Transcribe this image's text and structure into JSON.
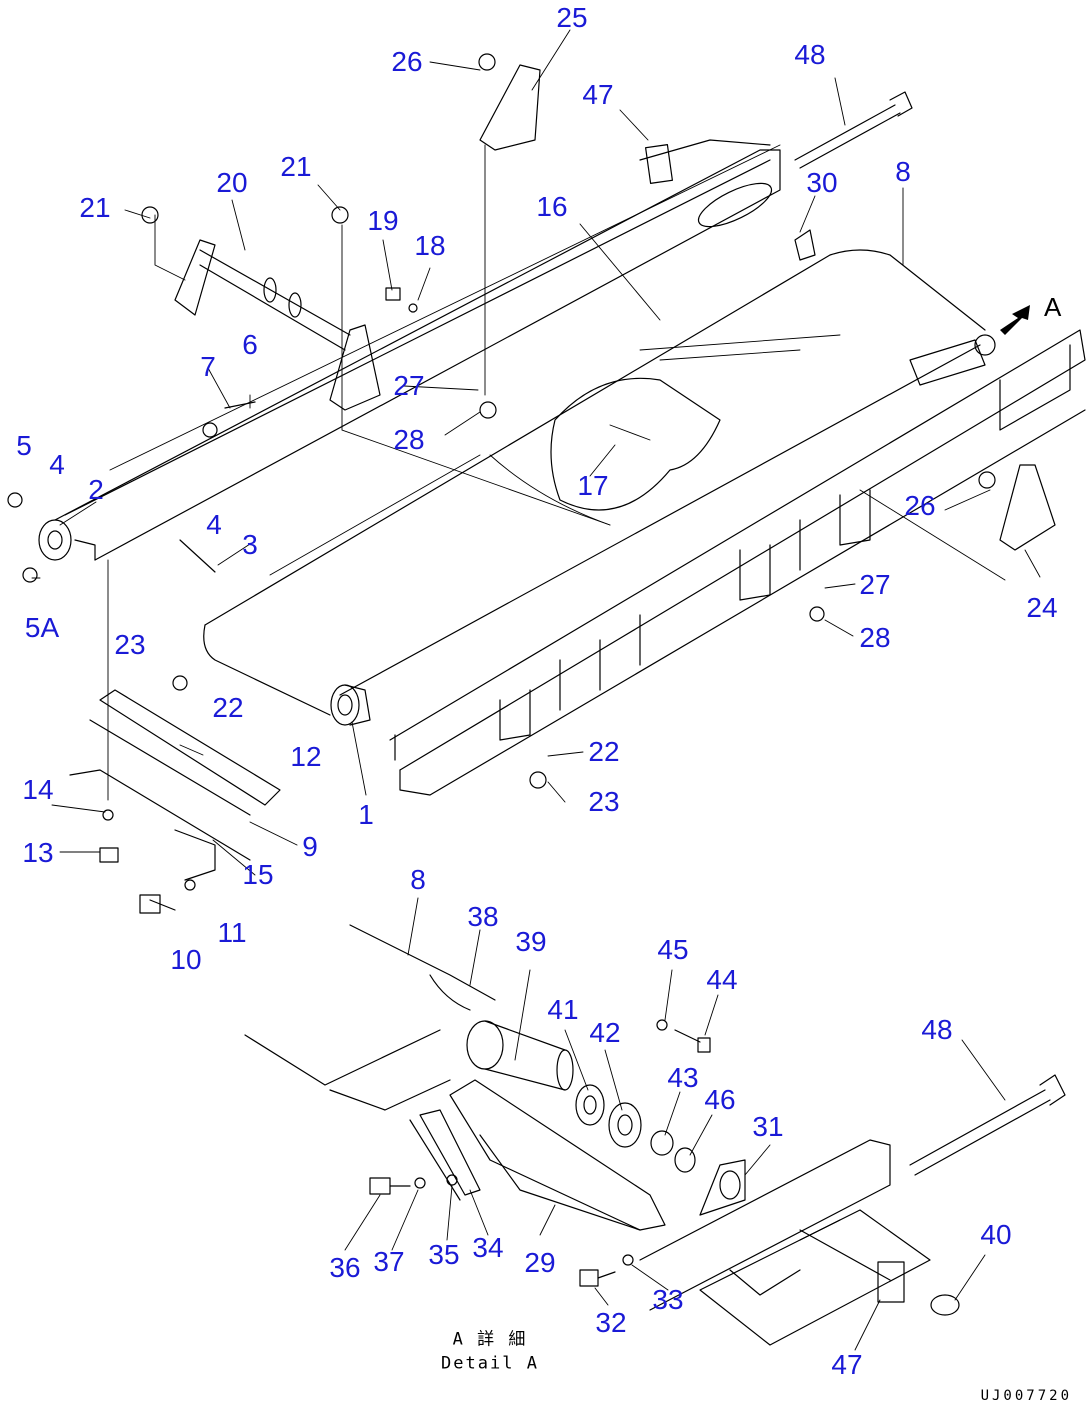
{
  "diagram": {
    "view_label": "A",
    "detail_caption_jp": "A 詳 細",
    "detail_caption_en": "Detail A",
    "drawing_number": "UJ007720",
    "callout_color": "#1a1ad6",
    "callouts": [
      "1",
      "2",
      "3",
      "4",
      "4",
      "5",
      "5A",
      "6",
      "7",
      "8",
      "8",
      "9",
      "10",
      "11",
      "12",
      "13",
      "14",
      "15",
      "16",
      "17",
      "18",
      "19",
      "20",
      "21",
      "21",
      "22",
      "22",
      "23",
      "23",
      "24",
      "25",
      "26",
      "26",
      "27",
      "27",
      "28",
      "28",
      "29",
      "30",
      "31",
      "32",
      "33",
      "34",
      "35",
      "36",
      "37",
      "38",
      "39",
      "40",
      "41",
      "42",
      "43",
      "44",
      "45",
      "46",
      "47",
      "47",
      "48",
      "48"
    ]
  }
}
